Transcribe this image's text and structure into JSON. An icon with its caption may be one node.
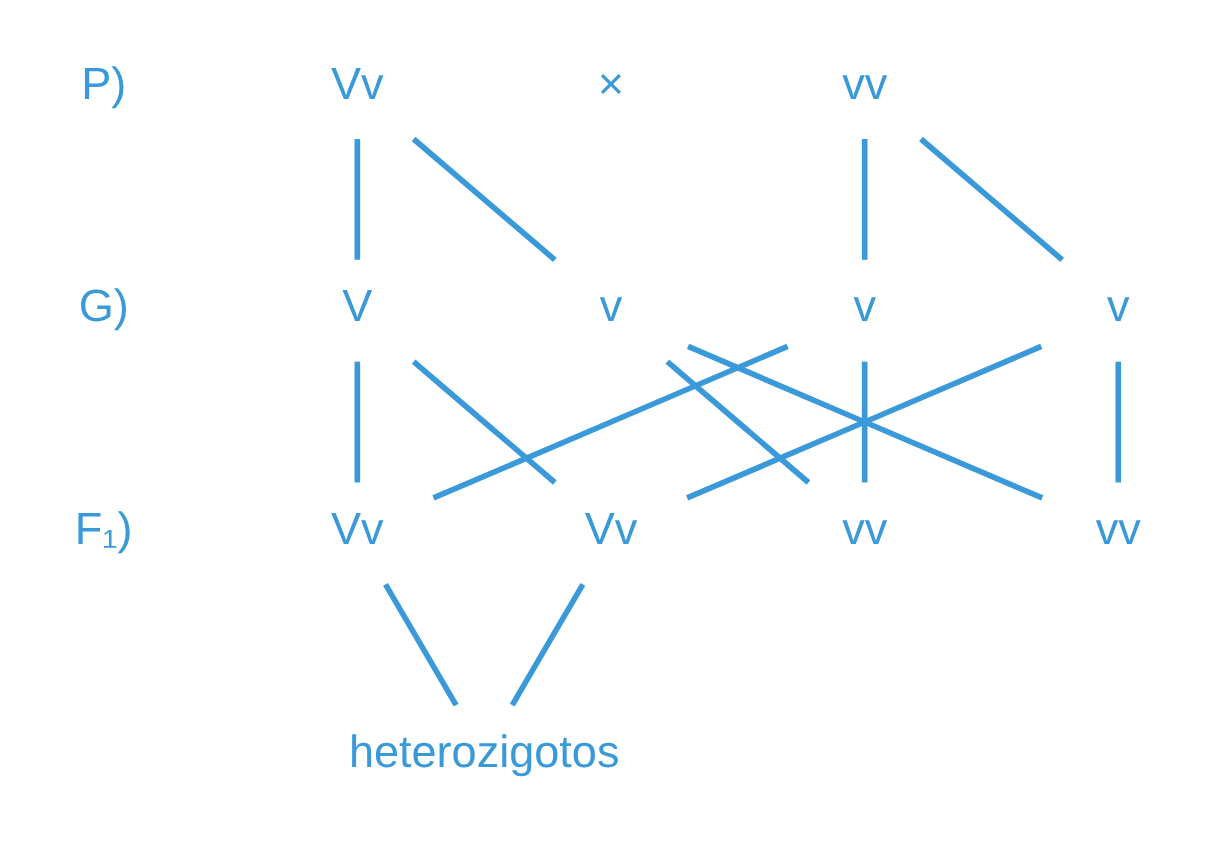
{
  "diagram": {
    "nodes": [
      {
        "text": [
          "Vv"
        ]
      },
      {
        "text": [
          "vv"
        ]
      },
      {
        "text": [
          "V"
        ]
      },
      {
        "text": [
          "v"
        ]
      },
      {
        "text": [
          "v"
        ]
      },
      {
        "text": [
          "v"
        ]
      },
      {
        "text": [
          "Vv"
        ]
      },
      {
        "text": [
          "Vv"
        ]
      },
      {
        "text": [
          "vv"
        ]
      },
      {
        "text": [
          "vv"
        ]
      },
      {
        "text": [
          "heterozigotos"
        ]
      }
    ],
    "edges": [
      {
        "from": 0,
        "to": 2,
        "arrow": "none"
      },
      {
        "from": 0,
        "to": 3,
        "arrow": "none"
      },
      {
        "from": 1,
        "to": 4,
        "arrow": "none"
      },
      {
        "from": 1,
        "to": 5,
        "arrow": "none"
      },
      {
        "from": 2,
        "to": 6,
        "arrow": "none"
      },
      {
        "from": 4,
        "to": 6,
        "arrow": "none"
      },
      {
        "from": 2,
        "to": 7,
        "arrow": "none"
      },
      {
        "from": 5,
        "to": 7,
        "arrow": "none"
      },
      {
        "from": 3,
        "to": 8,
        "arrow": "none"
      },
      {
        "from": 4,
        "to": 8,
        "arrow": "none"
      },
      {
        "from": 3,
        "to": 9,
        "arrow": "none"
      },
      {
        "from": 5,
        "to": 9,
        "arrow": "none"
      },
      {
        "from": 6,
        "to": 10,
        "arrow": "none"
      },
      {
        "from": 7,
        "to": 10,
        "arrow": "none"
      }
    ],
    "labels": [
      "P)",
      "×",
      "G)",
      "F₁)"
    ]
  }
}
